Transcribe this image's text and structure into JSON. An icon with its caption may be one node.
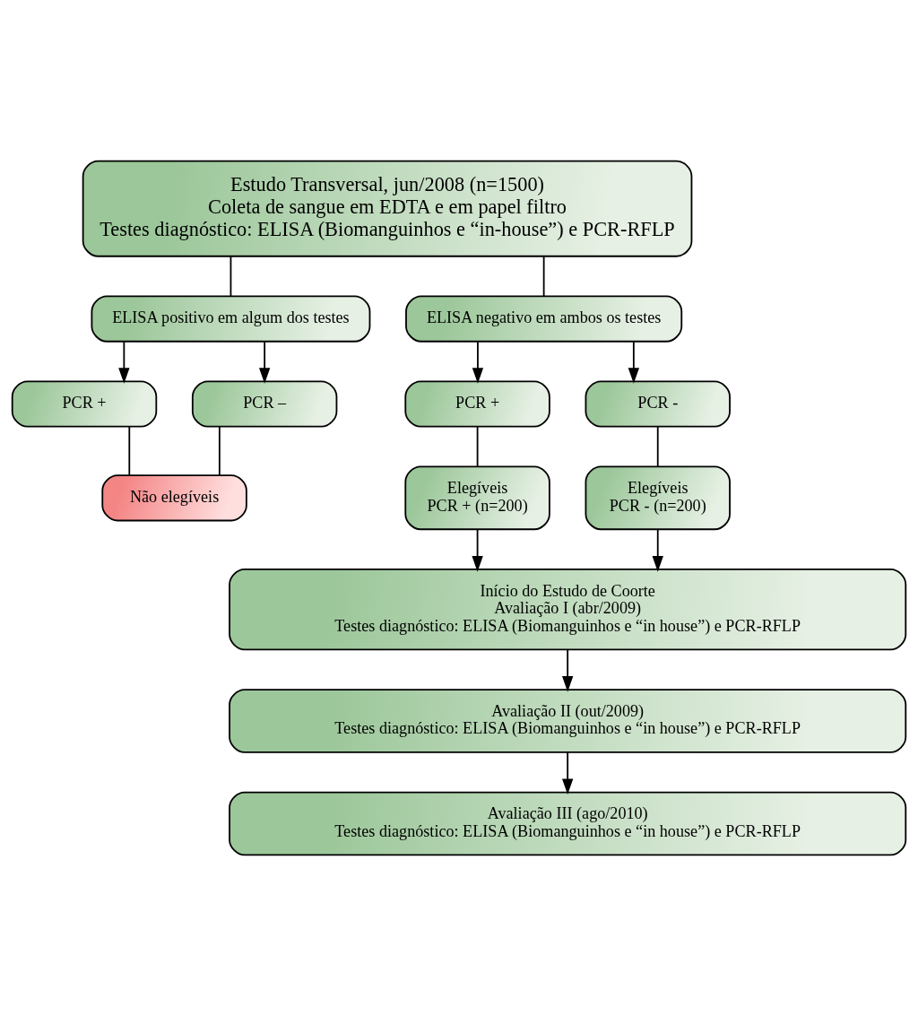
{
  "diagram": {
    "nodes": [
      {
        "text": [
          "Estudo Transversal, jun/2008 (n=1500)",
          "Coleta de sangue em EDTA e em papel filtro",
          "Testes diagnóstico: ELISA (Biomanguinhos e “in-house”) e PCR-RFLP"
        ]
      },
      {
        "text": [
          "ELISA positivo em algum dos testes"
        ]
      },
      {
        "text": [
          "ELISA negativo em ambos os testes"
        ]
      },
      {
        "text": [
          "PCR +"
        ]
      },
      {
        "text": [
          "PCR –"
        ]
      },
      {
        "text": [
          "PCR +"
        ]
      },
      {
        "text": [
          "PCR -"
        ]
      },
      {
        "text": [
          "Não elegíveis"
        ]
      },
      {
        "text": [
          "Elegíveis",
          "PCR + (n=200)"
        ]
      },
      {
        "text": [
          "Elegíveis",
          "PCR - (n=200)"
        ]
      },
      {
        "text": [
          "Início do Estudo de Coorte",
          "Avaliação I (abr/2009)",
          "Testes diagnóstico: ELISA (Biomanguinhos e “in house”) e PCR-RFLP"
        ]
      },
      {
        "text": [
          "Avaliação II (out/2009)",
          "Testes diagnóstico: ELISA (Biomanguinhos e “in house”) e PCR-RFLP"
        ]
      },
      {
        "text": [
          "Avaliação III (ago/2010)",
          "Testes diagnóstico: ELISA (Biomanguinhos e “in house”) e PCR-RFLP"
        ]
      }
    ],
    "edges": [
      {
        "from": 0,
        "to": 1,
        "arrow": "none"
      },
      {
        "from": 0,
        "to": 2,
        "arrow": "none"
      },
      {
        "from": 1,
        "to": 3,
        "arrow": "to"
      },
      {
        "from": 1,
        "to": 4,
        "arrow": "to"
      },
      {
        "from": 2,
        "to": 5,
        "arrow": "to"
      },
      {
        "from": 2,
        "to": 6,
        "arrow": "to"
      },
      {
        "from": 3,
        "to": 7,
        "arrow": "none"
      },
      {
        "from": 4,
        "to": 7,
        "arrow": "none"
      },
      {
        "from": 5,
        "to": 8,
        "arrow": "none"
      },
      {
        "from": 6,
        "to": 9,
        "arrow": "none"
      },
      {
        "from": 8,
        "to": 10,
        "arrow": "to"
      },
      {
        "from": 9,
        "to": 10,
        "arrow": "to"
      },
      {
        "from": 10,
        "to": 11,
        "arrow": "to"
      },
      {
        "from": 11,
        "to": 12,
        "arrow": "to"
      }
    ]
  }
}
